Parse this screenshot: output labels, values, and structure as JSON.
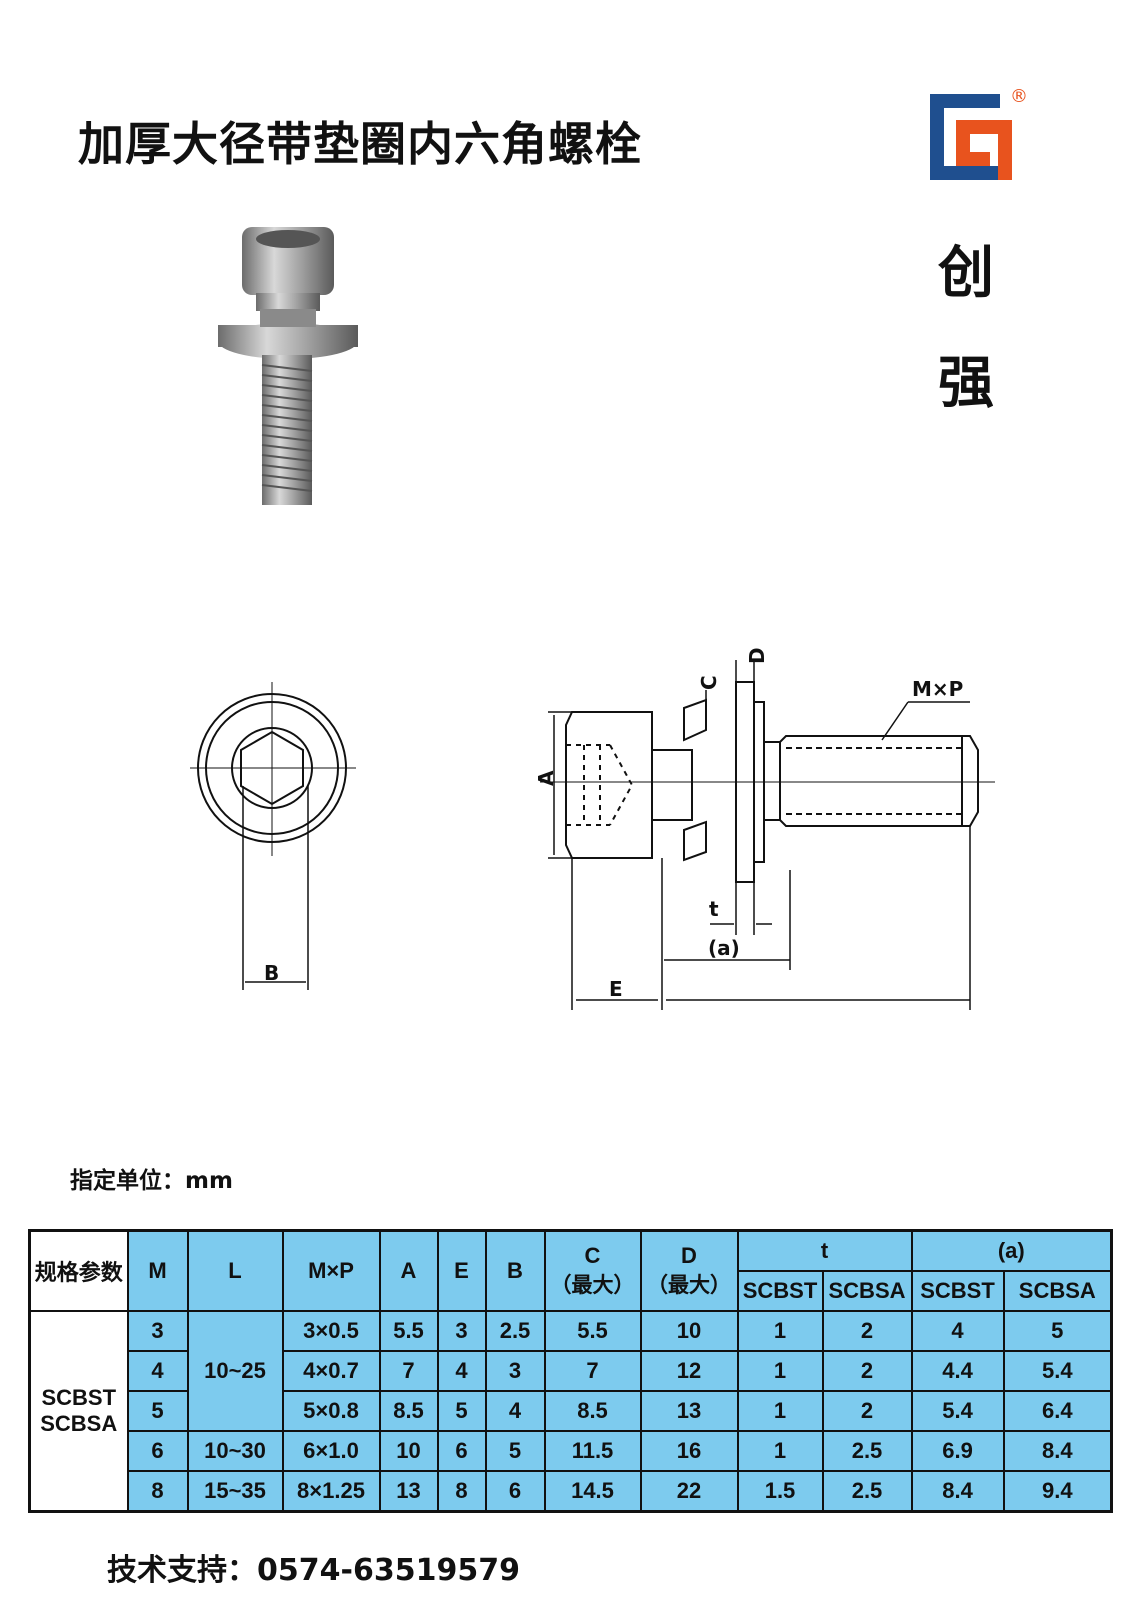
{
  "page": {
    "title": "加厚大径带垫圈内六角螺栓",
    "brand_chars": [
      "创",
      "强"
    ],
    "logo_registered": "®",
    "unit_label": "指定单位：mm",
    "support": "技术支持：0574-63519579"
  },
  "drawing_labels": {
    "B": "B",
    "A": "A",
    "C": "C",
    "D": "D",
    "MxP": "M×P",
    "t": "t",
    "a": "(a)",
    "E": "E"
  },
  "table": {
    "header": {
      "spec": "规格参数",
      "M": "M",
      "L": "L",
      "MxP": "M×P",
      "A": "A",
      "E": "E",
      "B": "B",
      "C": "C",
      "C_sub": "（最大）",
      "D": "D",
      "D_sub": "（最大）",
      "t": "t",
      "a": "(a)",
      "t_scbst": "SCBST",
      "t_scbsa": "SCBSA",
      "a_scbst": "SCBST",
      "a_scbsa": "SCBSA"
    },
    "row_label": [
      "SCBST",
      "SCBSA"
    ],
    "rows": [
      {
        "M": "3",
        "L": "10~25",
        "MxP": "3×0.5",
        "A": "5.5",
        "E": "3",
        "B": "2.5",
        "C": "5.5",
        "D": "10",
        "t_scbst": "1",
        "t_scbsa": "2",
        "a_scbst": "4",
        "a_scbsa": "5"
      },
      {
        "M": "4",
        "L": "",
        "MxP": "4×0.7",
        "A": "7",
        "E": "4",
        "B": "3",
        "C": "7",
        "D": "12",
        "t_scbst": "1",
        "t_scbsa": "2",
        "a_scbst": "4.4",
        "a_scbsa": "5.4"
      },
      {
        "M": "5",
        "L": "",
        "MxP": "5×0.8",
        "A": "8.5",
        "E": "5",
        "B": "4",
        "C": "8.5",
        "D": "13",
        "t_scbst": "1",
        "t_scbsa": "2",
        "a_scbst": "5.4",
        "a_scbsa": "6.4"
      },
      {
        "M": "6",
        "L": "10~30",
        "MxP": "6×1.0",
        "A": "10",
        "E": "6",
        "B": "5",
        "C": "11.5",
        "D": "16",
        "t_scbst": "1",
        "t_scbsa": "2.5",
        "a_scbst": "6.9",
        "a_scbsa": "8.4"
      },
      {
        "M": "8",
        "L": "15~35",
        "MxP": "8×1.25",
        "A": "13",
        "E": "8",
        "B": "6",
        "C": "14.5",
        "D": "22",
        "t_scbst": "1.5",
        "t_scbsa": "2.5",
        "a_scbst": "8.4",
        "a_scbsa": "9.4"
      }
    ]
  },
  "colors": {
    "table_fill": "#7dcbee",
    "logo_blue": "#1f4f8f",
    "logo_orange": "#e8531e"
  }
}
